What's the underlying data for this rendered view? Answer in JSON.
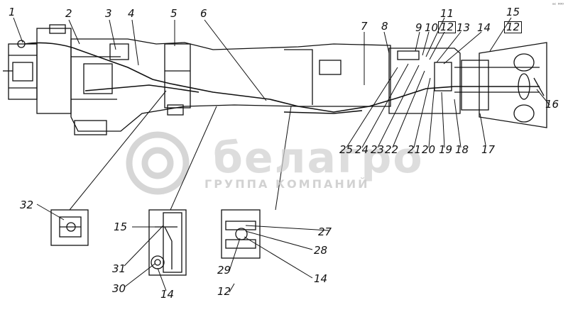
{
  "corner_mark": "ᵃᶜ ⁰⁰⁰",
  "watermark": {
    "brand": "белагро",
    "subtitle": "ГРУППА КОМПАНИЙ"
  },
  "callouts": {
    "n1": "1",
    "n2": "2",
    "n3": "3",
    "n4": "4",
    "n5": "5",
    "n6": "6",
    "n7": "7",
    "n8": "8",
    "n9": "9",
    "n10": "10",
    "n11": "11",
    "n12a": "12",
    "n13": "13",
    "n14": "14",
    "n15": "15",
    "n12b": "12",
    "n16": "16",
    "n17": "17",
    "n18": "18",
    "n19": "19",
    "n20": "20",
    "n21": "21",
    "n22": "22",
    "n23": "23",
    "n24": "24",
    "n25": "25",
    "n32": "32",
    "n15b": "15",
    "n31": "31",
    "n30": "30",
    "n14b": "14",
    "n27": "27",
    "n28": "28",
    "n29": "29",
    "n14c": "14",
    "n12c": "12"
  },
  "colors": {
    "ink": "#111111",
    "watermark": "#d0d0d0"
  }
}
